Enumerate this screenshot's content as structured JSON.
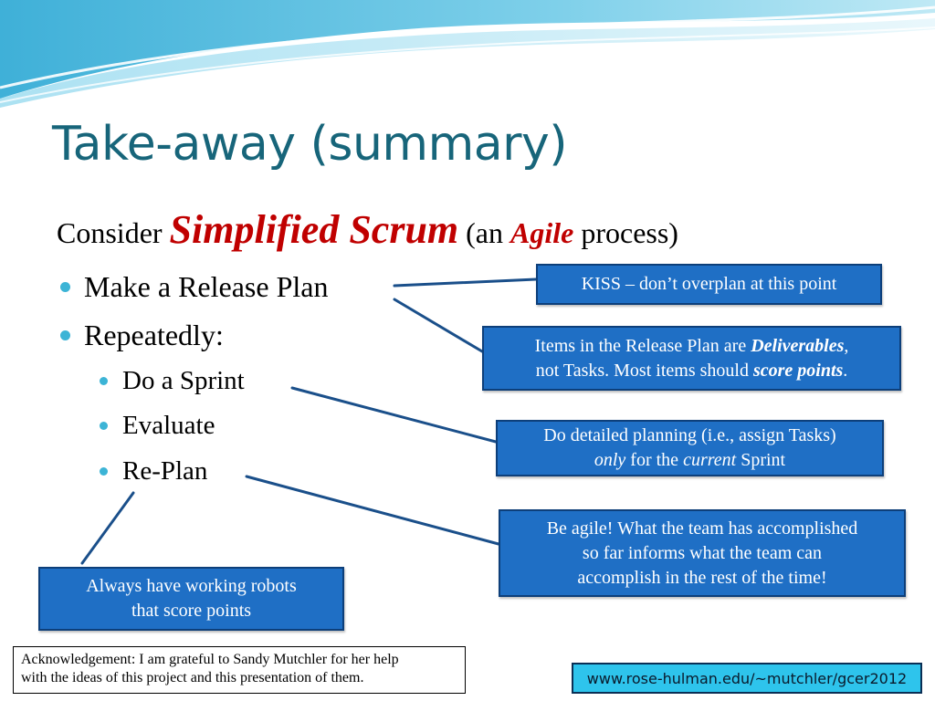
{
  "title": "Take-away (summary)",
  "subtitle": {
    "prefix": "Consider ",
    "emphasis": "Simplified Scrum",
    "middle": " (an ",
    "agile": "Agile",
    "suffix": " process)"
  },
  "bullets": [
    {
      "label": "Make a Release Plan",
      "level": 1
    },
    {
      "label": "Repeatedly:",
      "level": 1
    },
    {
      "label": "Do a Sprint",
      "level": 2
    },
    {
      "label": "Evaluate",
      "level": 2
    },
    {
      "label": "Re-Plan",
      "level": 2
    }
  ],
  "callouts": {
    "kiss": {
      "text": "KISS – don’t overplan at this point"
    },
    "deliverables": {
      "line1_a": "Items in the Release Plan are ",
      "line1_em": "Deliverables",
      "line1_b": ",",
      "line2_a": "not Tasks.  Most items should ",
      "line2_em": "score points",
      "line2_b": "."
    },
    "planning": {
      "line1": "Do detailed planning (i.e., assign Tasks)",
      "line2_em1": "only",
      "line2_a": " for the ",
      "line2_em2": "current",
      "line2_b": " Sprint"
    },
    "agile": {
      "line1": "Be agile!  What the team has accomplished",
      "line2": "so far informs what the team can",
      "line3": "accomplish in the rest of the time!"
    },
    "robots": {
      "line1": "Always have working robots",
      "line2": "that score points"
    }
  },
  "acknowledgement": {
    "line1": "Acknowledgement:  I am grateful to Sandy Mutchler for her help",
    "line2": "with the ideas of this project and this presentation of them."
  },
  "url": "www.rose-hulman.edu/~mutchler/gcer2012",
  "colors": {
    "title": "#17657a",
    "emphasis": "#c00000",
    "callout_fill": "#1f6fc5",
    "bullet_dot": "#3cb4d6",
    "url_fill": "#2ec4ec"
  }
}
